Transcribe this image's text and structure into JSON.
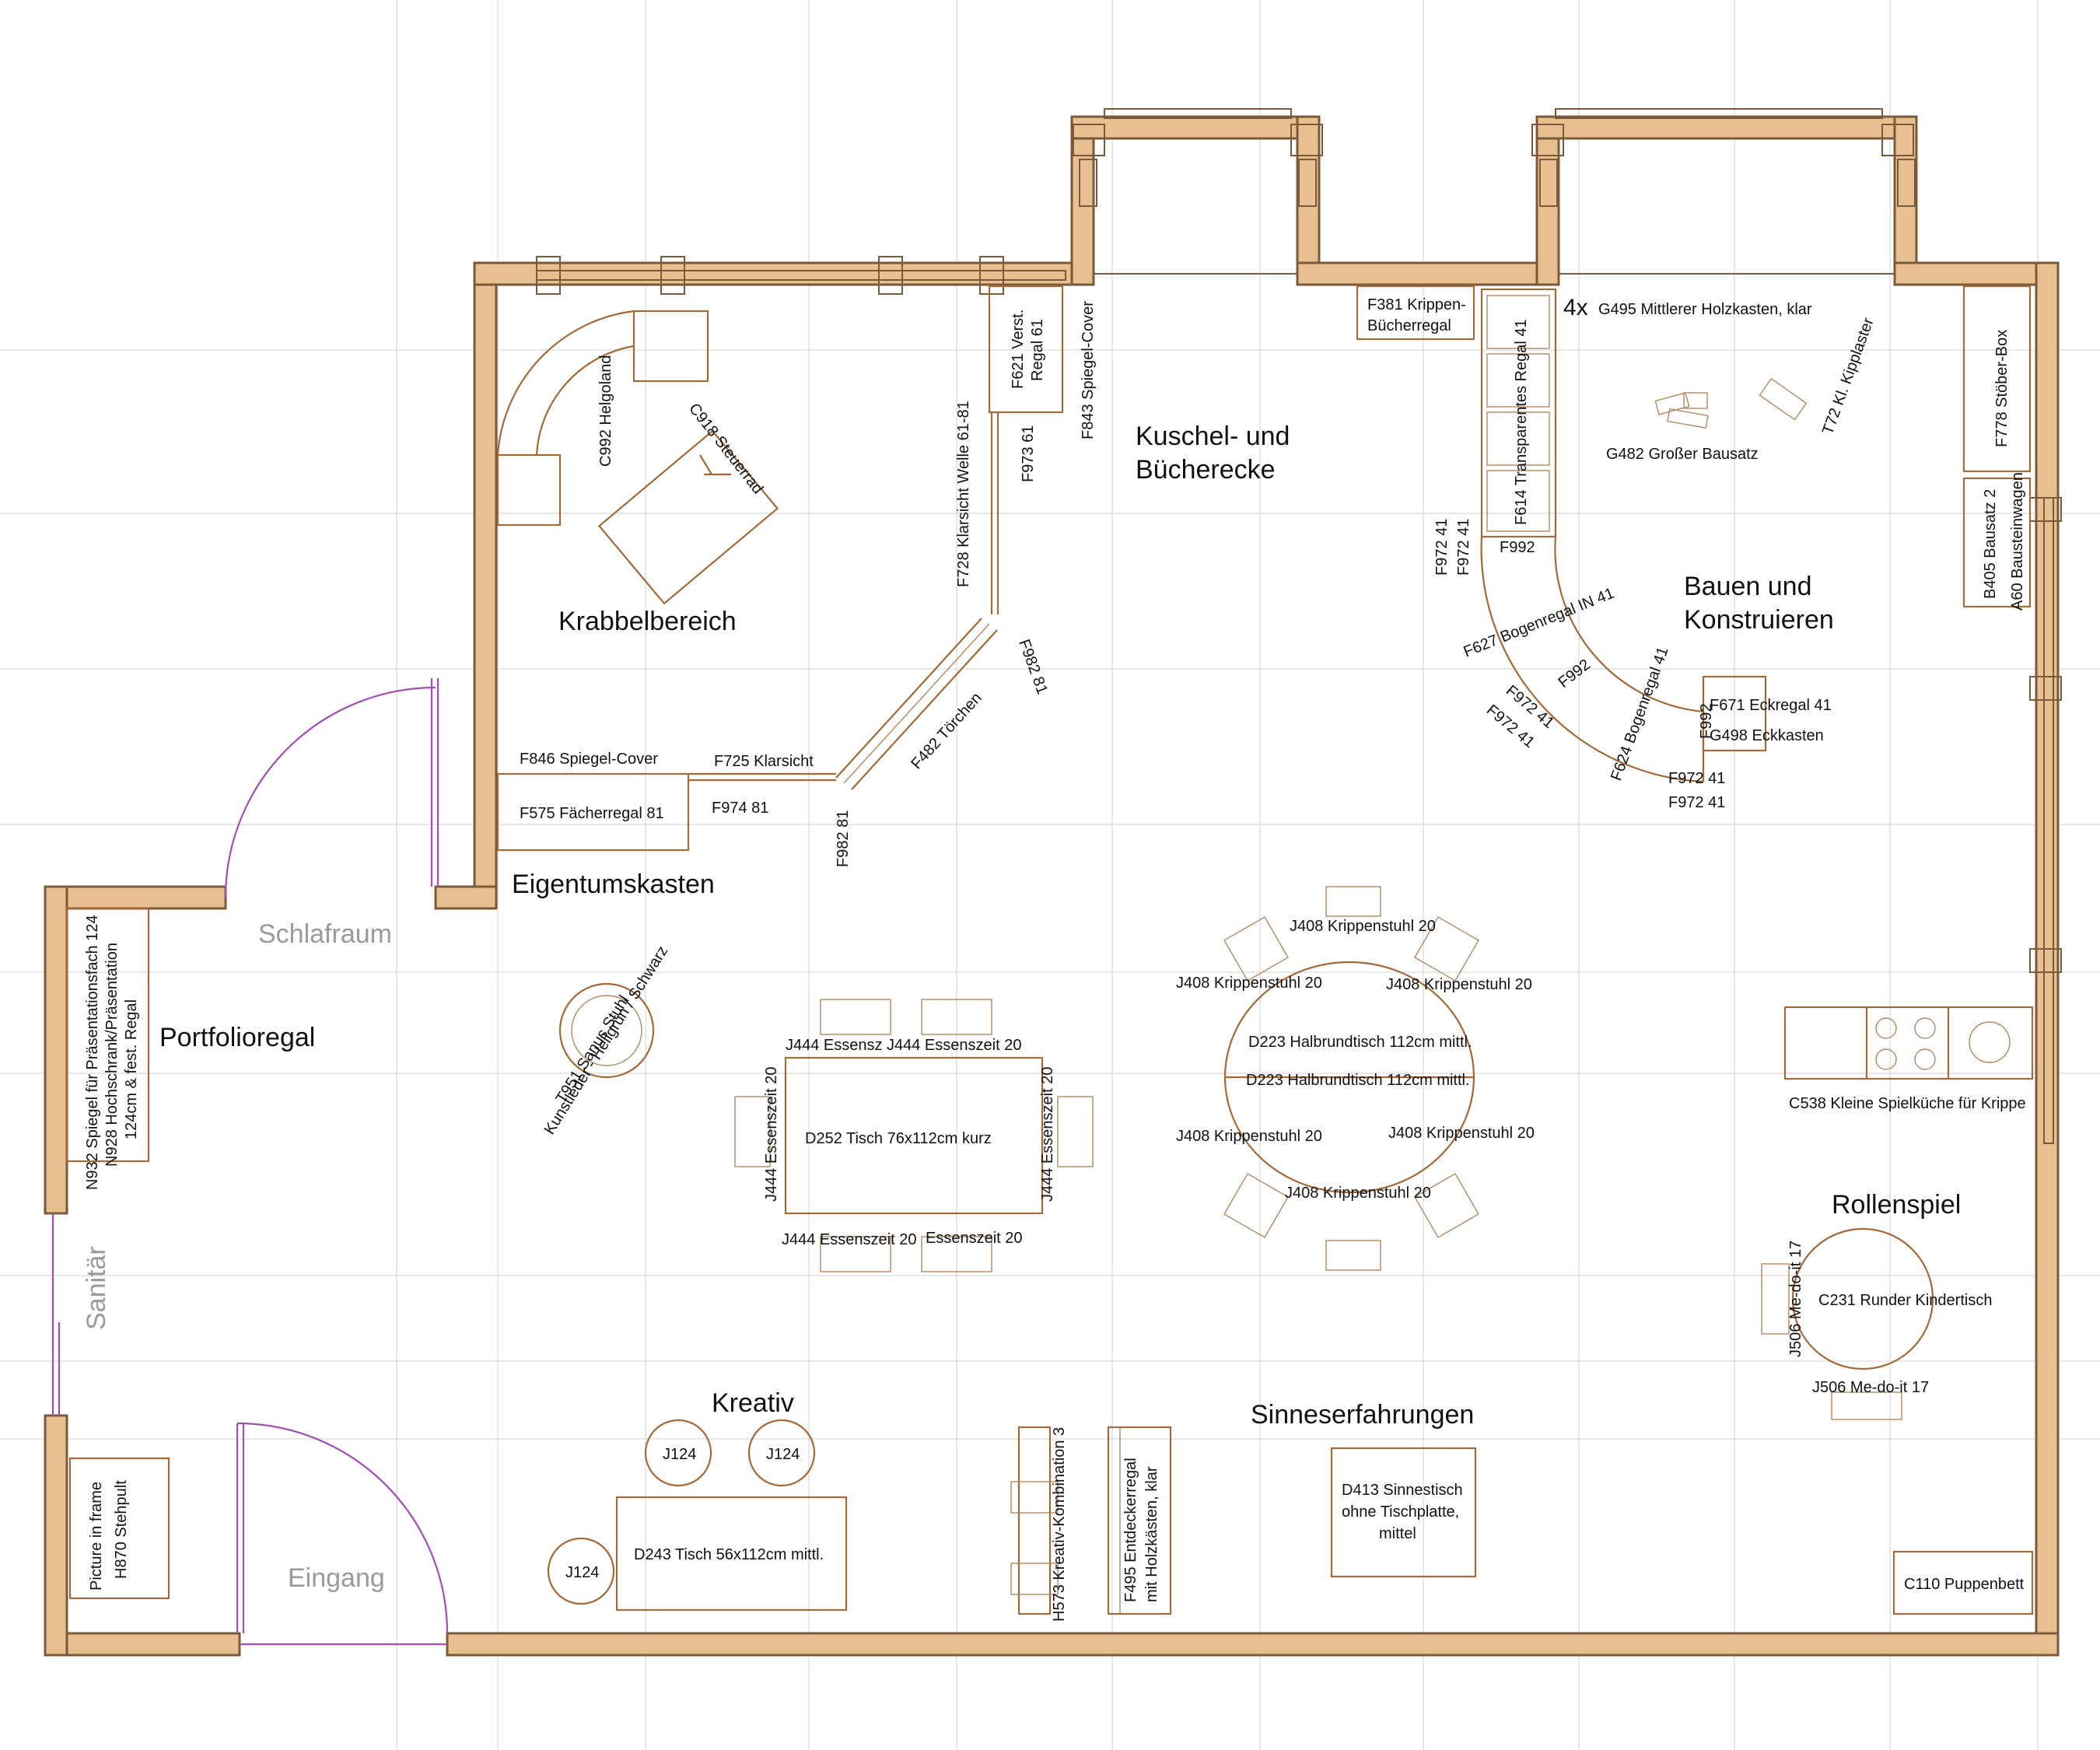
{
  "rooms": {
    "schlafraum": "Schlafraum",
    "sanitaer": "Sanitär",
    "eingang": "Eingang"
  },
  "zones": {
    "krabbelbereich": "Krabbelbereich",
    "kuschel_line1": "Kuschel- und",
    "kuschel_line2": "Bücherecke",
    "bauen_line1": "Bauen und",
    "bauen_line2": "Konstruieren",
    "eigentumskasten": "Eigentumskasten",
    "portfolioregal": "Portfolioregal",
    "rollenspiel": "Rollenspiel",
    "kreativ": "Kreativ",
    "sinneserfahrungen": "Sinneserfahrungen"
  },
  "labels": {
    "c992": "C992 Helgoland",
    "c918": "C918 Steuerrad",
    "f621_line1": "F621 Verst.",
    "f621_line2": "Regal 61",
    "f843": "F843 Spiegel-Cover",
    "f973": "F973 61",
    "f728": "F728 Klarsicht Welle 61-81",
    "f982_upper": "F982 81",
    "f482": "F482 Törchen",
    "f725": "F725 Klarsicht",
    "f846": "F846 Spiegel-Cover",
    "f575": "F575 Fächerregal 81",
    "f974": "F974 81",
    "f982_lower": "F982 81",
    "f381_line1": "F381 Krippen-",
    "f381_line2": "Bücherregal",
    "g495_count": "4x",
    "g495": "G495 Mittlerer Holzkasten, klar",
    "f614": "F614 Transparentes Regal 41",
    "g482": "G482 Großer Bausatz",
    "t72": "T72 Kl. Kipplaster",
    "f778": "F778 Stöber-Box",
    "b405": "B405 Bausatz 2",
    "a60": "A60 Bausteinwagen",
    "f972_a1": "F972 41",
    "f972_a2": "F972 41",
    "f992_top": "F992",
    "f627": "F627 Bogenregal IN 41",
    "f992_mid": "F992",
    "f972_b1": "F972 41",
    "f972_b2": "F972 41",
    "f624": "F624 Bogenregal 41",
    "f992_right": "F992",
    "f671": "F671 Eckregal 41",
    "g498": "G498 Eckkasten",
    "f972_c1": "F972 41",
    "f972_c2": "F972 41",
    "n932": "N932 Spiegel für Präsentationsfach 124",
    "n928_line1": "N928 Hochschrank/Präsentation",
    "n928_line2": "124cm & fest. Regal",
    "t951_line1": "T951 Sanus Stuhl",
    "t951_line2": "Kunstleder - Hellgrün / Schwarz",
    "j444_tl": "J444 Essensz",
    "j444_tr": "J444 Essenszeit 20",
    "j444_left": "J444 Essenszeit 20",
    "j444_right": "J444 Essenszeit 20",
    "d252": "D252 Tisch 76x112cm kurz",
    "j444_bl": "J444 Essenszeit 20",
    "j444_br": "Essenszeit 20",
    "j408_top": "J408 Krippenstuhl 20",
    "j408_ul": "J408 Krippenstuhl 20",
    "j408_ur": "J408 Krippenstuhl 20",
    "d223_a": "D223 Halbrundtisch 112cm mittl.",
    "d223_b": "D223 Halbrundtisch 112cm mittl.",
    "j408_ll": "J408 Krippenstuhl 20",
    "j408_lr": "J408 Krippenstuhl 20",
    "j408_bottom": "J408 Krippenstuhl 20",
    "c538": "C538 Kleine Spielküche für Krippe",
    "j506_left": "J506 Me-do-it 17",
    "c231": "C231 Runder Kindertisch",
    "j506_bottom": "J506 Me-do-it 17",
    "j124_a": "J124",
    "j124_b": "J124",
    "j124_c": "J124",
    "d243": "D243 Tisch 56x112cm mittl.",
    "h573": "H573 Kreativ-Kombination 3",
    "f495_line1": "F495 Entdeckerregal",
    "f495_line2": "mit Holzkästen, klar",
    "d413_line1": "D413 Sinnestisch",
    "d413_line2": "ohne Tischplatte,",
    "d413_line3": "mittel",
    "h870_line1": "Picture in frame",
    "h870_line2": "H870 Stehpult",
    "c110": "C110 Puppenbett"
  }
}
